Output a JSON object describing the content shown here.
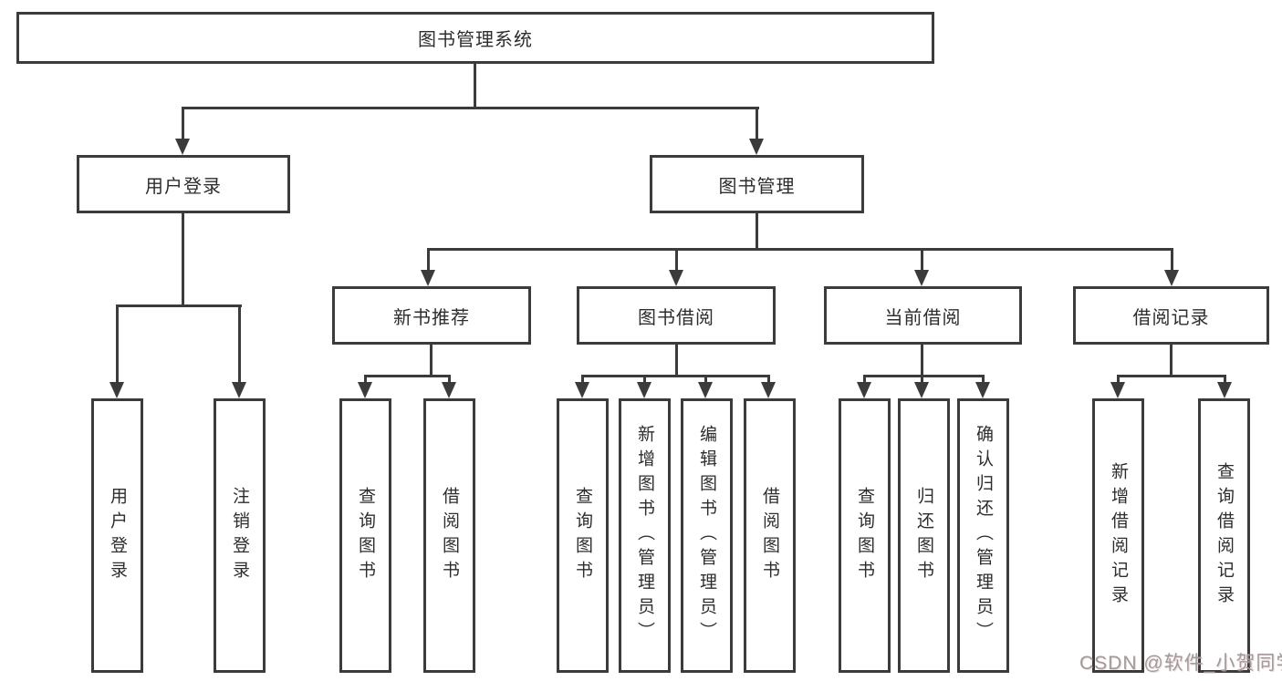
{
  "diagram": {
    "title": "图书管理系统",
    "root": {
      "label": "图书管理系统"
    },
    "level2": [
      {
        "label": "用户登录"
      },
      {
        "label": "图书管理"
      }
    ],
    "level3": [
      {
        "label": "新书推荐"
      },
      {
        "label": "图书借阅"
      },
      {
        "label": "当前借阅"
      },
      {
        "label": "借阅记录"
      }
    ],
    "leaves": {
      "user_login": [
        "用户登录",
        "注销登录"
      ],
      "new_book": [
        "查询图书",
        "借阅图书"
      ],
      "book_borrow": [
        "查询图书",
        "新增图书（管理员）",
        "编辑图书（管理员）",
        "借阅图书"
      ],
      "current_borrow": [
        "查询图书",
        "归还图书",
        "确认归还（管理员）"
      ],
      "borrow_record": [
        "新增借阅记录",
        "查询借阅记录"
      ]
    },
    "watermark": "CSDN @软件_小贺同学",
    "colors": {
      "line": "#3b3b3b",
      "text": "#2d2d2d",
      "watermark": "#9d9d9d",
      "background": "#ffffff"
    }
  }
}
